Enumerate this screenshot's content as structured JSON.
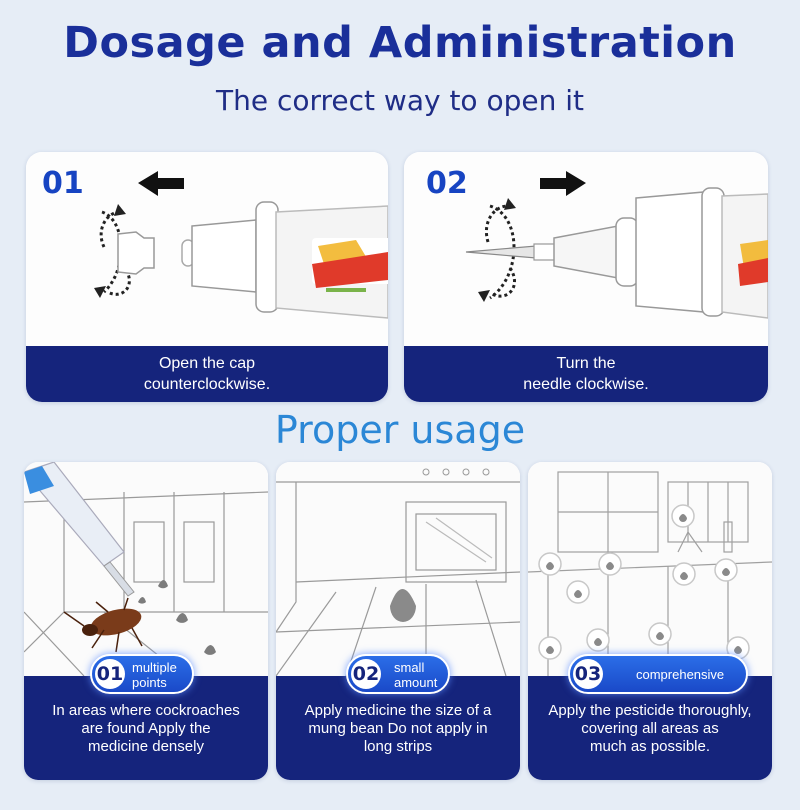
{
  "header": {
    "title": "Dosage and Administration",
    "subtitle": "The correct way to open it"
  },
  "opening_steps": [
    {
      "number": "01",
      "line1": "Open the cap",
      "line2": "counterclockwise."
    },
    {
      "number": "02",
      "line1": "Turn the",
      "line2": "needle clockwise."
    }
  ],
  "usage": {
    "title": "Proper usage",
    "cards": [
      {
        "number": "01",
        "tag_line1": "multiple",
        "tag_line2": "points",
        "text_lines": [
          "In areas where cockroaches",
          "are found Apply the",
          "medicine densely"
        ]
      },
      {
        "number": "02",
        "tag_line1": "small",
        "tag_line2": "amount",
        "text_lines": [
          "Apply medicine the size of a",
          "mung bean Do not apply in",
          "long strips"
        ]
      },
      {
        "number": "03",
        "tag_line1": "comprehensive",
        "text_lines": [
          "Apply the pesticide thoroughly,",
          "covering all areas as",
          "much as possible."
        ]
      }
    ]
  },
  "colors": {
    "title": "#1a2f9a",
    "band": "#15247c",
    "step_number": "#1744c2",
    "section_title": "#2b87d6",
    "pill": "#2b6ee8"
  },
  "icons": [
    "arrow-left-icon",
    "arrow-right-icon",
    "rotate-icon",
    "cockroach-icon",
    "gel-drop-icon"
  ]
}
